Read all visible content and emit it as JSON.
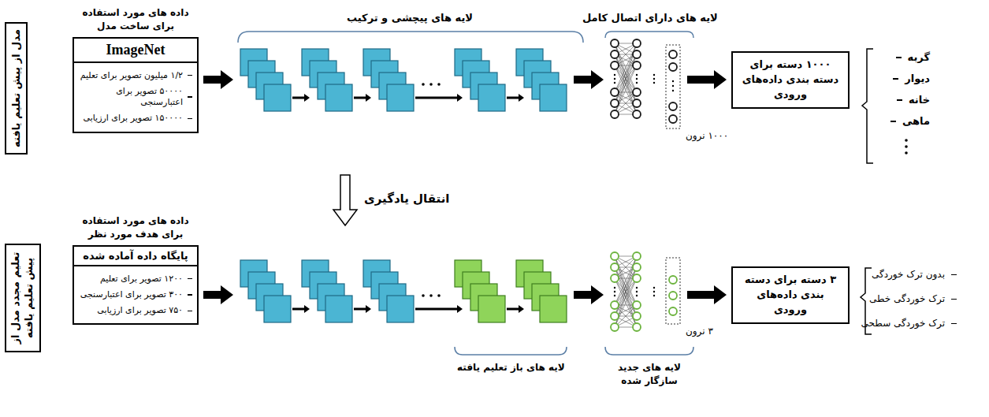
{
  "diagram": {
    "nodes": [
      {
        "text": [
          "مدل از پیش تعلیم یافته"
        ]
      },
      {
        "text": [
          "داده های مورد استفاده برای ساخت مدل",
          "ImageNet",
          "۱/۲ میلیون تصویر برای تعلیم",
          "۵۰۰۰۰ تصویر برای اعتبارسنجی",
          "۱۵۰۰۰۰ تصویر برای ارزیابی"
        ]
      },
      {
        "text": [
          "۱۰۰۰ دسته برای دسته بندی داده‌های ورودی"
        ]
      },
      {
        "text": [
          "تعلیم مجدد مدل از پیش تعلیم یافته"
        ]
      },
      {
        "text": [
          "داده های مورد استفاده برای هدف مورد نظر",
          "پایگاه داده آماده شده",
          "۱۲۰۰ تصویر برای تعلیم",
          "۳۰۰ تصویر برای اعتبارسنجی",
          "۷۵۰ تصویر برای ارزیابی"
        ]
      },
      {
        "text": [
          "۳ دسته برای دسته بندی داده‌های ورودی"
        ]
      }
    ],
    "labels": [
      "لایه های پیچشی و ترکیب",
      "لایه های دارای اتصال کامل",
      "۱۰۰۰ نرون",
      "گربه",
      "دیوار",
      "خانه",
      "ماهی",
      "انتقال یادگیری",
      "۳ نرون",
      "لایه های باز تعلیم یافته",
      "لایه های جدید سازگار شده",
      "بدون ترک خوردگی",
      "ترک خوردگی خطی",
      "ترک خوردگی سطحی"
    ]
  }
}
